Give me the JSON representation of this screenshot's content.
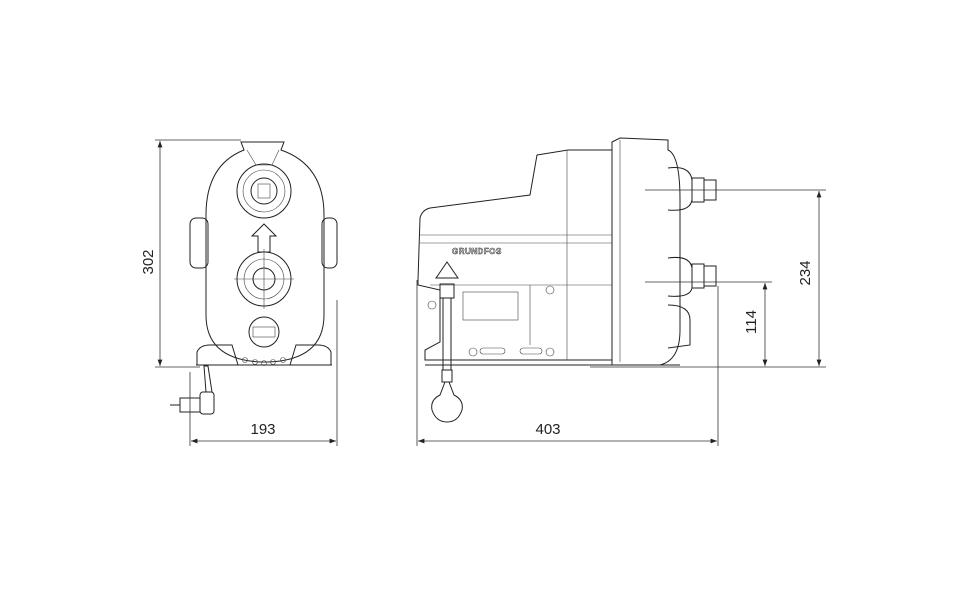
{
  "drawing": {
    "front_view": {
      "height_label": "302",
      "width_label": "193"
    },
    "side_view": {
      "length_label": "403",
      "outlet_height_label": "234",
      "inlet_height_label": "114",
      "logo_text": "GRUNDFOS"
    }
  }
}
